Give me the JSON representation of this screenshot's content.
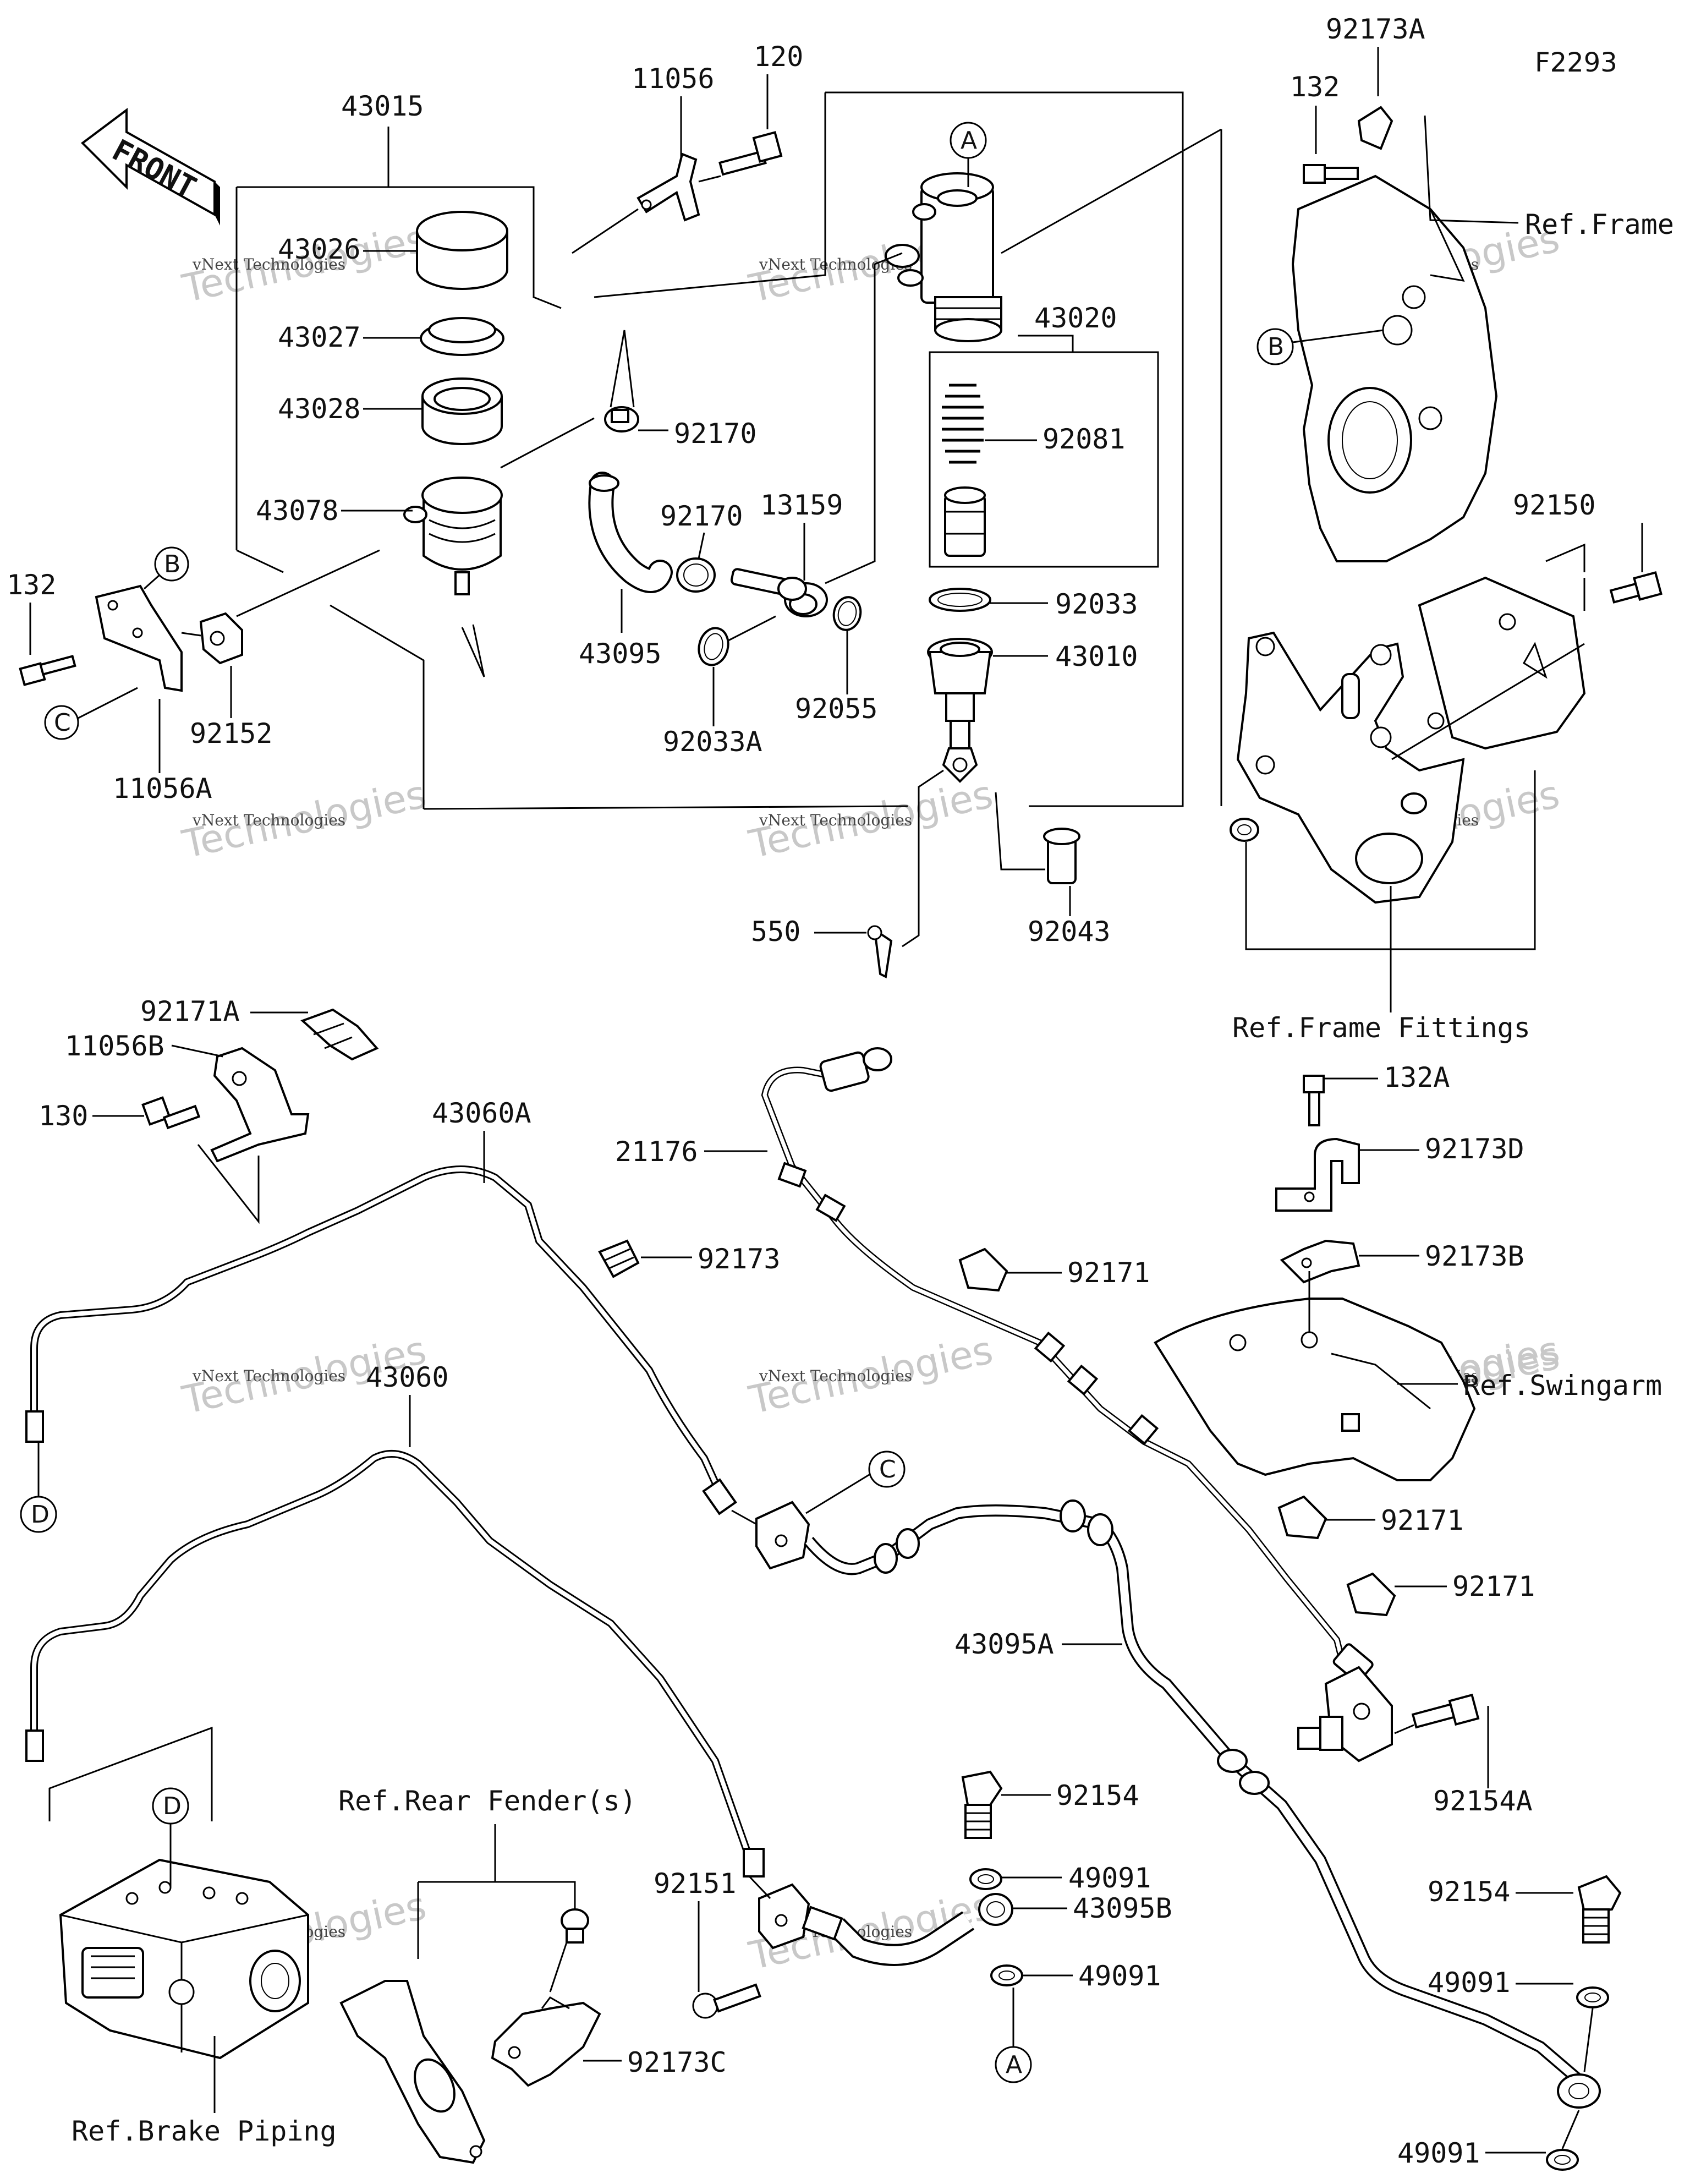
{
  "figure_id": "F2293",
  "front_label": "FRONT",
  "watermark": {
    "line1": "vNext Technologies",
    "line2": "Technologies"
  },
  "part_labels": {
    "p43015": "43015",
    "p11056": "11056",
    "p120": "120",
    "p92173A": "92173A",
    "p132_top": "132",
    "p43026": "43026",
    "p43027": "43027",
    "p43028": "43028",
    "p43078": "43078",
    "p92170_a": "92170",
    "p92170_b": "92170",
    "p13159": "13159",
    "p43020": "43020",
    "p92081": "92081",
    "p92033": "92033",
    "p43010": "43010",
    "p132_left": "132",
    "p92152": "92152",
    "p11056A": "11056A",
    "p43095": "43095",
    "p92033A": "92033A",
    "p92055": "92055",
    "p92150": "92150",
    "p550": "550",
    "p92043": "92043",
    "p92171A": "92171A",
    "p11056B": "11056B",
    "p130": "130",
    "p43060A": "43060A",
    "p21176": "21176",
    "p132A": "132A",
    "p92173D": "92173D",
    "p92173": "92173",
    "p92171_a": "92171",
    "p92173B": "92173B",
    "p43060": "43060",
    "p92171_b": "92171",
    "p92171_c": "92171",
    "p43095A": "43095A",
    "p92154A": "92154A",
    "p92154_a": "92154",
    "p49091_a": "49091",
    "p92151": "92151",
    "p43095B": "43095B",
    "p49091_b": "49091",
    "p92154_b": "92154",
    "p49091_c": "49091",
    "p92173C": "92173C",
    "p49091_d": "49091"
  },
  "references": {
    "frame": "Ref.Frame",
    "frame_fittings": "Ref.Frame Fittings",
    "swingarm": "Ref.Swingarm",
    "rear_fender": "Ref.Rear Fender(s)",
    "brake_piping": "Ref.Brake Piping"
  },
  "callouts": {
    "A_top": "A",
    "B_top": "B",
    "B_left": "B",
    "C_left": "C",
    "C_mid": "C",
    "D_left": "D",
    "D_abs": "D",
    "A_bottom": "A"
  }
}
